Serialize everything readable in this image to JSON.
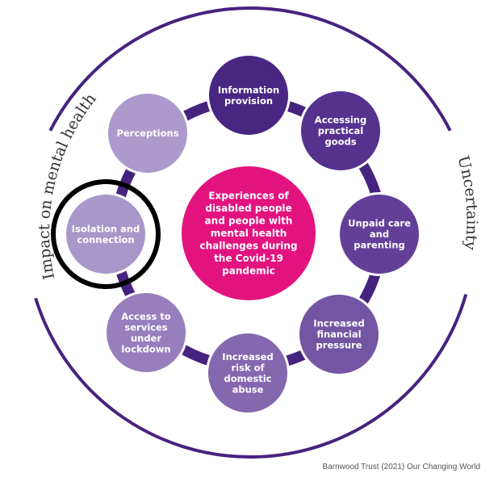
{
  "diagram": {
    "center": {
      "label_lines": [
        "Experiences of",
        "disabled people",
        "and people with",
        "mental health",
        "challenges during",
        "the Covid-19",
        "pandemic"
      ],
      "color": "#E2137F"
    },
    "nodes": [
      {
        "id": "information-provision",
        "lines": [
          "Information",
          "provision"
        ],
        "color": "#4A2683"
      },
      {
        "id": "accessing-practical-goods",
        "lines": [
          "Accessing",
          "practical",
          "goods"
        ],
        "color": "#56318E"
      },
      {
        "id": "unpaid-care-and-parenting",
        "lines": [
          "Unpaid care",
          "and",
          "parenting"
        ],
        "color": "#633F98"
      },
      {
        "id": "increased-financial-pressure",
        "lines": [
          "Increased",
          "financial",
          "pressure"
        ],
        "color": "#7356A3"
      },
      {
        "id": "increased-risk-of-domestic-abuse",
        "lines": [
          "Increased",
          "risk of",
          "domestic",
          "abuse"
        ],
        "color": "#8468AF"
      },
      {
        "id": "access-to-services-under-lockdown",
        "lines": [
          "Access to",
          "services",
          "under",
          "lockdown"
        ],
        "color": "#977FBD"
      },
      {
        "id": "isolation-and-connection",
        "lines": [
          "Isolation and",
          "connection"
        ],
        "color": "#A897C9",
        "highlighted": true
      },
      {
        "id": "perceptions",
        "lines": [
          "Perceptions"
        ],
        "color": "#AB9ACB"
      }
    ],
    "connector_color": "#46237F",
    "outer_ring_color": "#46237F",
    "highlight_ring_color": "#000000",
    "arc_labels": {
      "left": "Impact on mental health",
      "right": "Uncertainty"
    }
  },
  "credit": "Barnwood Trust (2021) Our Changing World"
}
